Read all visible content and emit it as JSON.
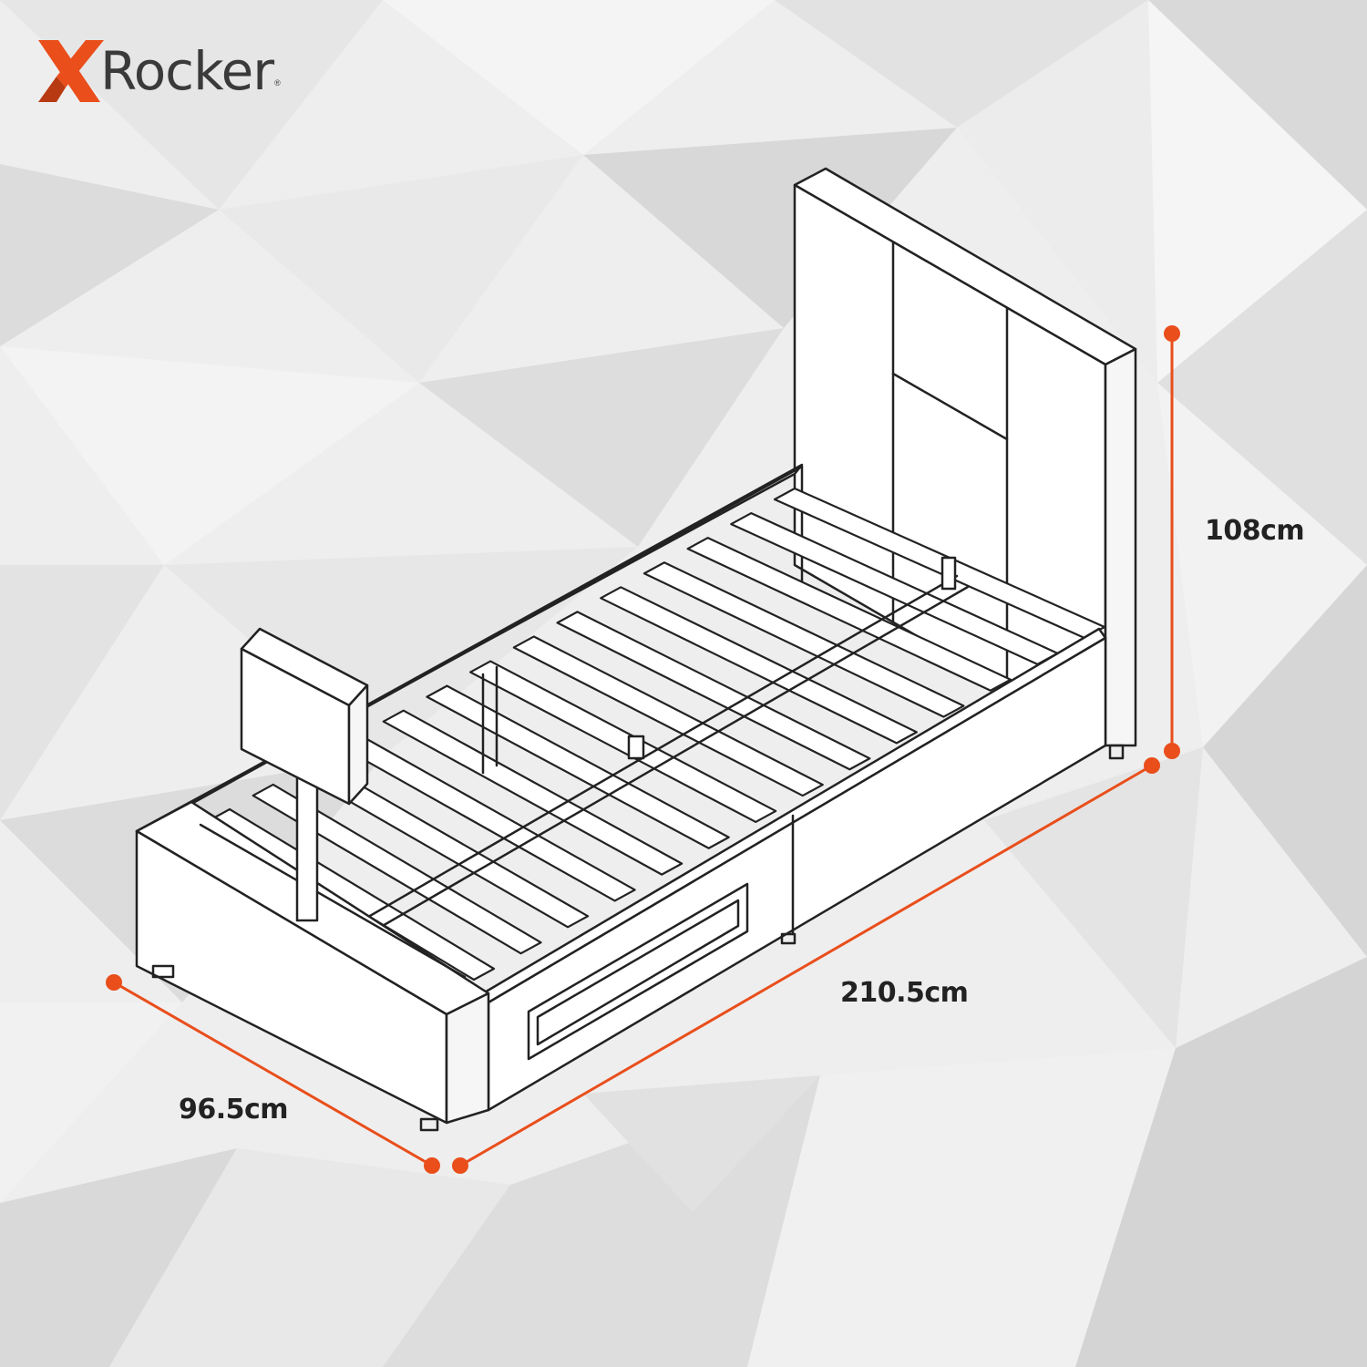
{
  "brand": {
    "logo_letter": "X",
    "logo_word": "Rocker",
    "registered_mark": "®",
    "logo_icon": "x-logo-icon"
  },
  "dimensions": {
    "height": "108cm",
    "length": "210.5cm",
    "width": "96.5cm"
  },
  "colors": {
    "accent": "#e94e1b",
    "outline": "#222222",
    "background": "#eeeeee"
  }
}
